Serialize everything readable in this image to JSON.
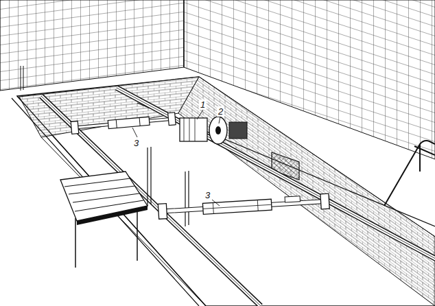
{
  "diagram": {
    "labels": [
      "1",
      "2",
      "3",
      "3"
    ]
  }
}
